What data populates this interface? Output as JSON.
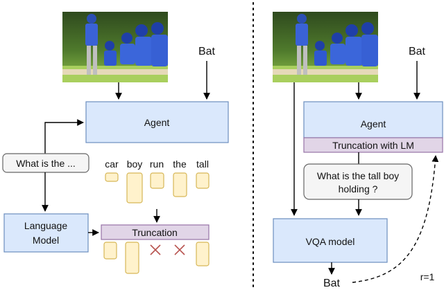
{
  "left": {
    "photo": "baseball-team-photo",
    "answer_label": "Bat",
    "agent_label": "Agent",
    "question_label": "What is the ...",
    "language_model_line1": "Language",
    "language_model_line2": "Model",
    "truncation_label": "Truncation",
    "words": [
      "car",
      "boy",
      "run",
      "the",
      "tall"
    ]
  },
  "right": {
    "photo": "baseball-team-photo",
    "answer_label": "Bat",
    "agent_label": "Agent",
    "truncation_lm_label": "Truncation with LM",
    "question_line1": "What is the tall boy",
    "question_line2": "holding ?",
    "vqa_label": "VQA model",
    "output_label": "Bat",
    "reward_label": "r=1"
  },
  "colors": {
    "box_fill": "#dae8fc",
    "box_stroke": "#6c8ebf",
    "trunc_fill": "#e1d5e7",
    "trunc_stroke": "#9673a6",
    "token_fill": "#fff2cc",
    "token_stroke": "#d6b656",
    "cross": "#b85450",
    "question_fill": "#f5f5f5",
    "question_stroke": "#666666"
  }
}
